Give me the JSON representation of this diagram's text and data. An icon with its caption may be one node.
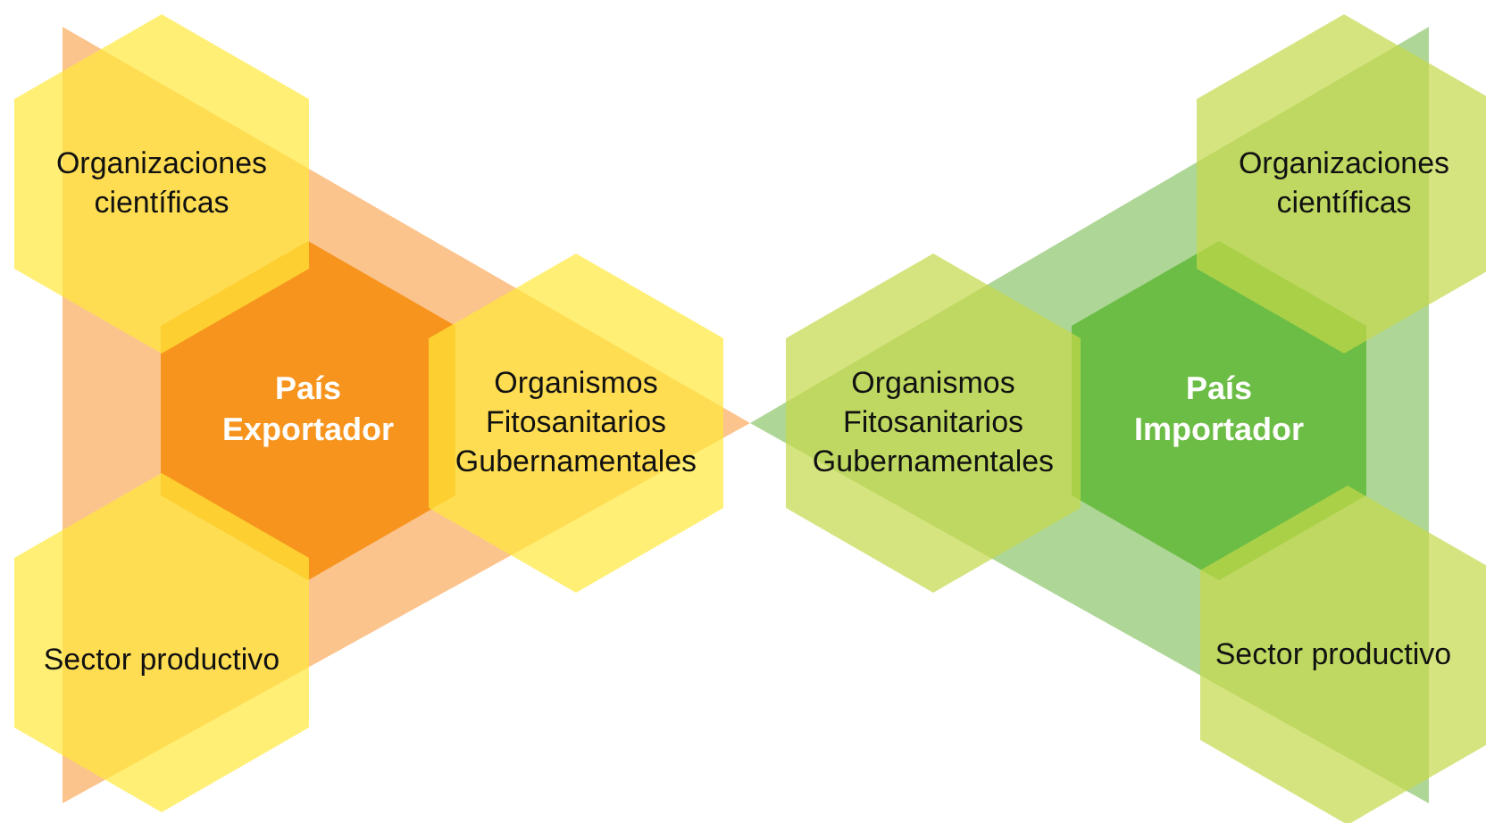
{
  "diagram": {
    "nodes": [
      {
        "text": [
          "Organizaciones científicas"
        ]
      },
      {
        "text": [
          "País Exportador"
        ]
      },
      {
        "text": [
          "Organismos Fitosanitarios Gubernamentales"
        ]
      },
      {
        "text": [
          "Sector productivo"
        ]
      },
      {
        "text": [
          "Organismos Fitosanitarios Gubernamentales"
        ]
      },
      {
        "text": [
          "País Importador"
        ]
      },
      {
        "text": [
          "Organizaciones científicas"
        ]
      },
      {
        "text": [
          "Sector productivo"
        ]
      }
    ]
  }
}
